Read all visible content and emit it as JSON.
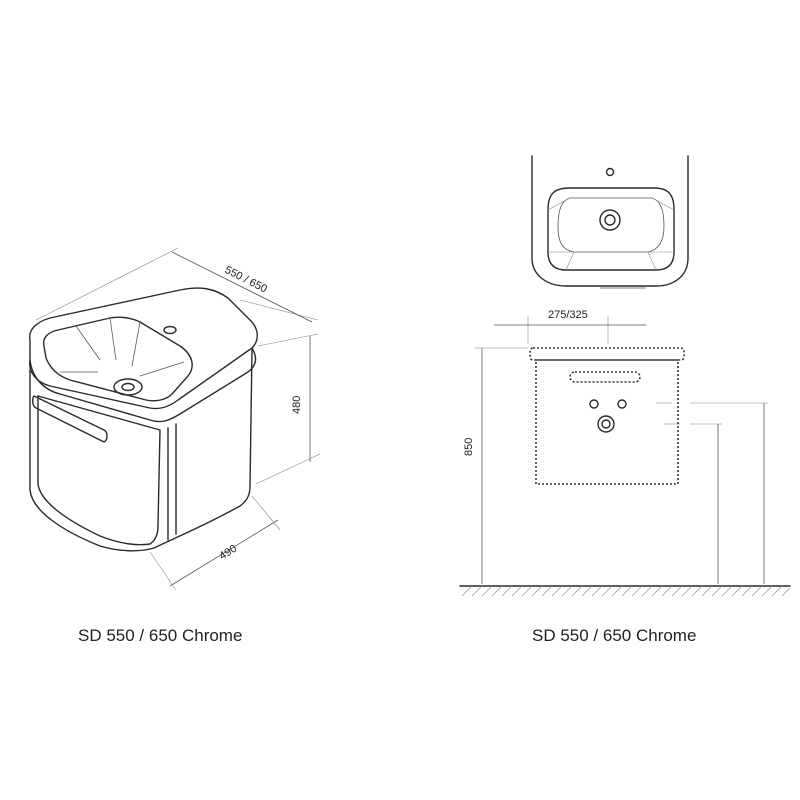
{
  "iso_view": {
    "dim_width": "550 / 650",
    "dim_height": "480",
    "dim_depth": "490",
    "caption": "SD 550 / 650 Chrome"
  },
  "ortho_view": {
    "dim_offset": "275/325",
    "dim_height": "850",
    "caption": "SD 550 / 650 Chrome"
  }
}
